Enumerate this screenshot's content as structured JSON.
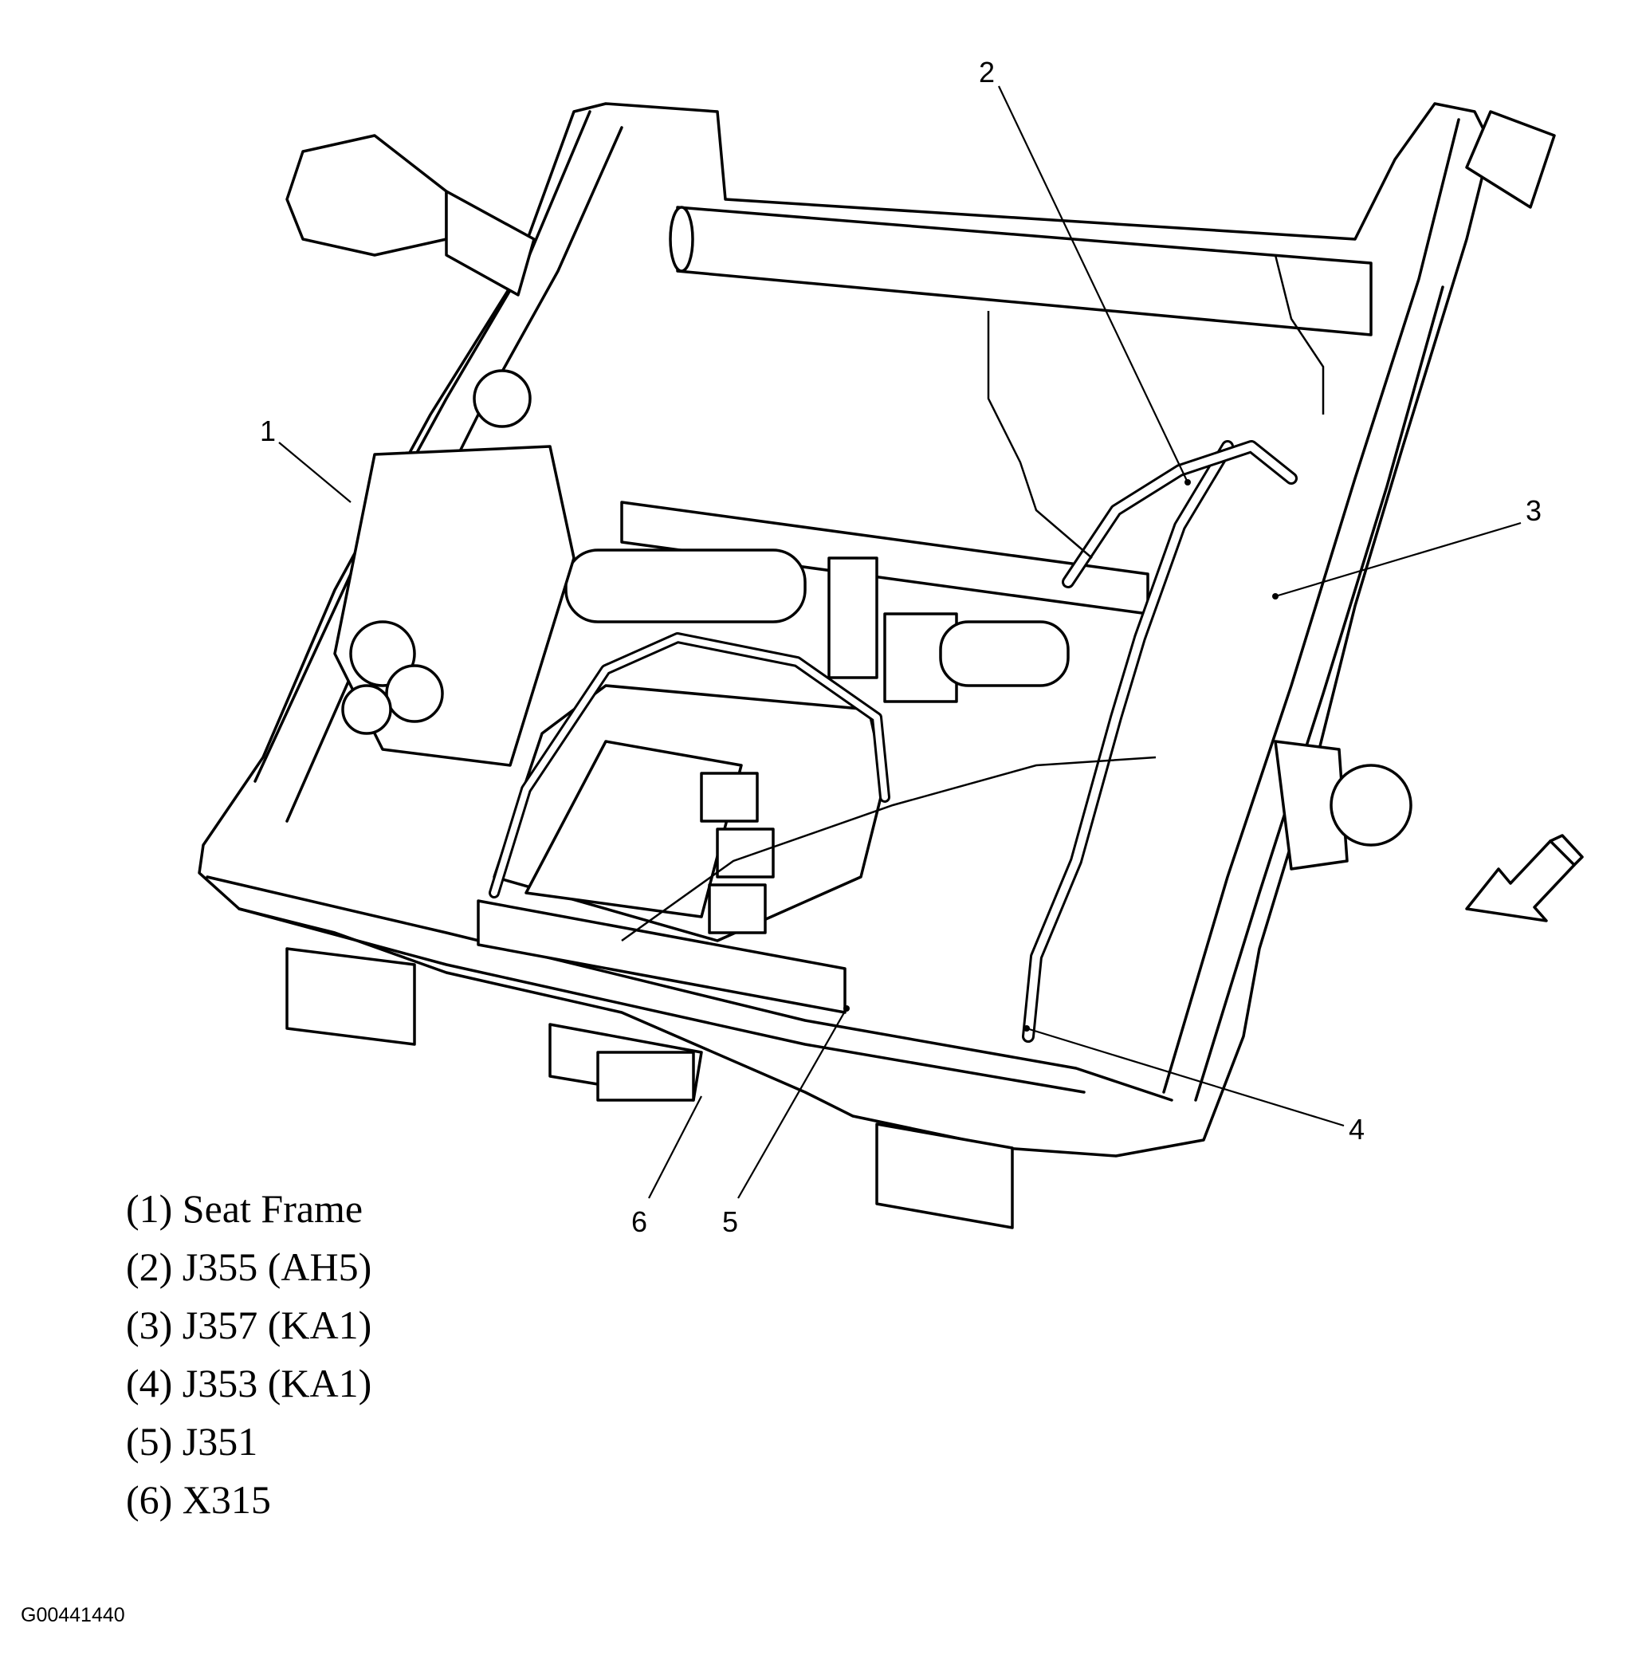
{
  "callouts": [
    "1",
    "2",
    "3",
    "4",
    "5",
    "6"
  ],
  "legend": [
    "(1) Seat Frame",
    "(2) J355 (AH5)",
    "(3) J357 (KA1)",
    "(4) J353 (KA1)",
    "(5) J351",
    "(6) X315"
  ],
  "figure_id": "G00441440",
  "icons": {
    "direction_arrow": "front-direction-arrow-icon"
  }
}
